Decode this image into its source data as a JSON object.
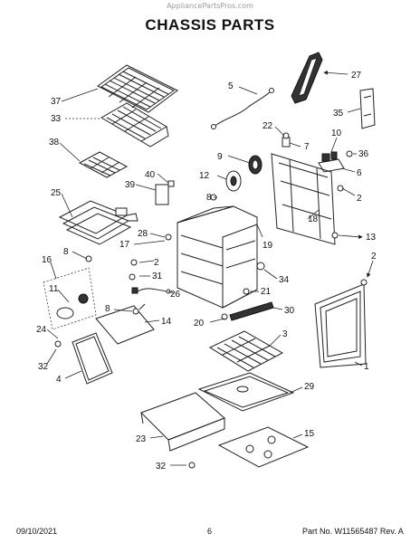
{
  "header": {
    "watermark": "AppliancePartsPros.com",
    "title": "CHASSIS PARTS"
  },
  "footer": {
    "date": "09/10/2021",
    "page": "6",
    "part": "Part No. W11565487  Rev. A"
  },
  "callouts": [
    "1",
    "2",
    "2",
    "3",
    "4",
    "5",
    "6",
    "7",
    "8",
    "8",
    "8",
    "9",
    "10",
    "11",
    "12",
    "13",
    "14",
    "15",
    "16",
    "17",
    "18",
    "19",
    "20",
    "21",
    "22",
    "23",
    "24",
    "25",
    "26",
    "27",
    "28",
    "29",
    "30",
    "31",
    "32",
    "32",
    "33",
    "34",
    "35",
    "36",
    "37",
    "38",
    "39",
    "40"
  ]
}
